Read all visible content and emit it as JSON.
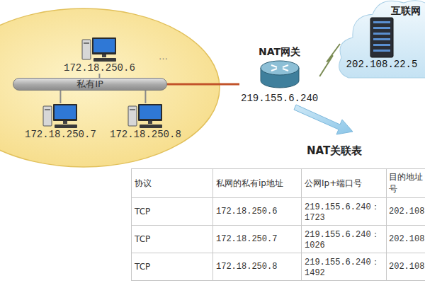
{
  "diagram": {
    "nodes": [
      {
        "text": [
          "172.18.250.6"
        ]
      },
      {
        "text": [
          "私有IP"
        ]
      },
      {
        "text": [
          "172.18.250.7"
        ]
      },
      {
        "text": [
          "172.18.250.8"
        ]
      },
      {
        "text": [
          "NAT网关",
          "219.155.6.240"
        ]
      },
      {
        "text": [
          "互联网",
          "202.108.22.5"
        ]
      }
    ],
    "edges": [
      {
        "from": 0,
        "to": 1,
        "arrow": "none"
      },
      {
        "from": 2,
        "to": 1,
        "arrow": "none"
      },
      {
        "from": 3,
        "to": 1,
        "arrow": "none"
      },
      {
        "from": 1,
        "to": 4,
        "arrow": "none"
      },
      {
        "from": 4,
        "to": 5,
        "arrow": "none"
      }
    ],
    "labels": [
      "…",
      "NAT关联表",
      "协议",
      "私网的私有ip地址",
      "公网Ip+端口号",
      "目的地址号",
      "TCP",
      "172.18.250.6",
      "219.155.6.240：1723",
      "202.108",
      "TCP",
      "172.18.250.7",
      "219.155.6.240：1026",
      "202.108",
      "TCP",
      "172.18.250.8",
      "219.155.6.240：1492",
      "202.108"
    ]
  }
}
